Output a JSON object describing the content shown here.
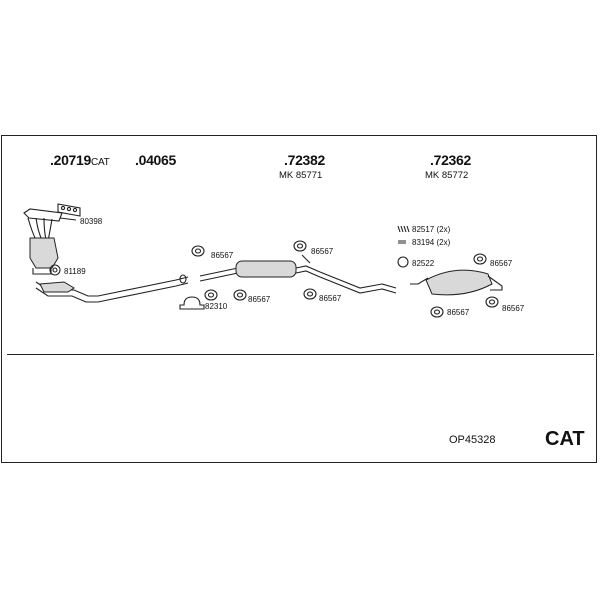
{
  "headers": [
    {
      "id": "p1",
      "number": ".20719",
      "suffix": "CAT"
    },
    {
      "id": "p2",
      "number": ".04065",
      "suffix": ""
    },
    {
      "id": "p3",
      "number": ".72382",
      "suffix": ""
    },
    {
      "id": "p4",
      "number": ".72362",
      "suffix": ""
    }
  ],
  "mk": [
    {
      "id": "mk1",
      "text": "MK  85771"
    },
    {
      "id": "mk2",
      "text": "MK  85772"
    }
  ],
  "labels": {
    "manifold_gasket": "80398",
    "cat_gasket": "81189",
    "rubber_a1": "86567",
    "rubber_a2": "86567",
    "clamp": "82310",
    "rubber_b1": "86567",
    "rubber_b2": "86567",
    "bolts": "82517 (2x)",
    "springs": "83194 (2x)",
    "ring": "82522",
    "rubber_c1": "86567",
    "rubber_c2": "86567",
    "rubber_c3": "86567"
  },
  "footer": {
    "code": "OP45328",
    "type": "CAT"
  }
}
